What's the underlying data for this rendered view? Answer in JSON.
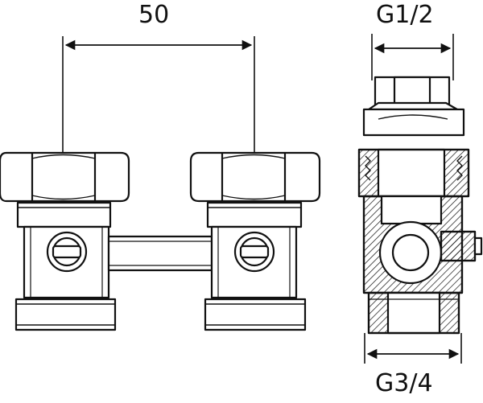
{
  "dimensions": {
    "center_distance": "50",
    "top_thread": "G1/2",
    "bottom_thread": "G3/4"
  },
  "colors": {
    "line": "#111111",
    "fill": "#ffffff",
    "shade": "#d9d9d9"
  }
}
